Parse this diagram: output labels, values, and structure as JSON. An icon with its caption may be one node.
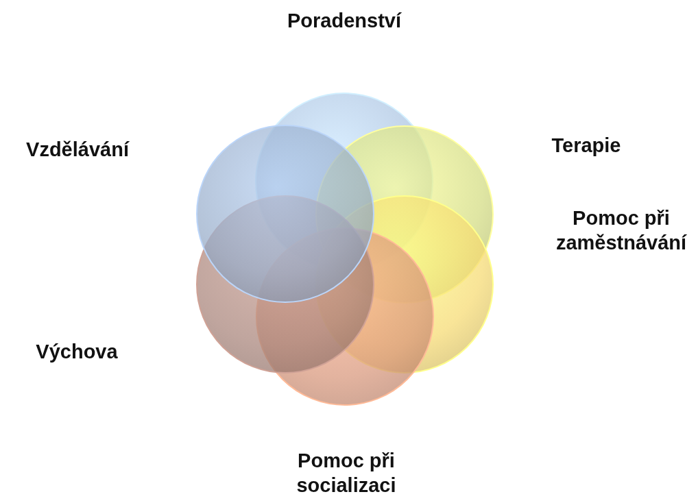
{
  "diagram": {
    "nodes": [
      {
        "text": [],
        "shape": "circle",
        "beside": [
          "Poradenství"
        ]
      },
      {
        "text": [],
        "shape": "circle",
        "beside": [
          "Terapie"
        ]
      },
      {
        "text": [],
        "shape": "circle",
        "beside": [
          "Pomoc při zaměstnávání"
        ]
      },
      {
        "text": [],
        "shape": "circle",
        "beside": [
          "Pomoc při socializaci"
        ]
      },
      {
        "text": [],
        "shape": "circle",
        "beside": [
          "Výchova"
        ]
      },
      {
        "text": [],
        "shape": "circle",
        "beside": [
          "Vzdělávání"
        ]
      }
    ]
  }
}
